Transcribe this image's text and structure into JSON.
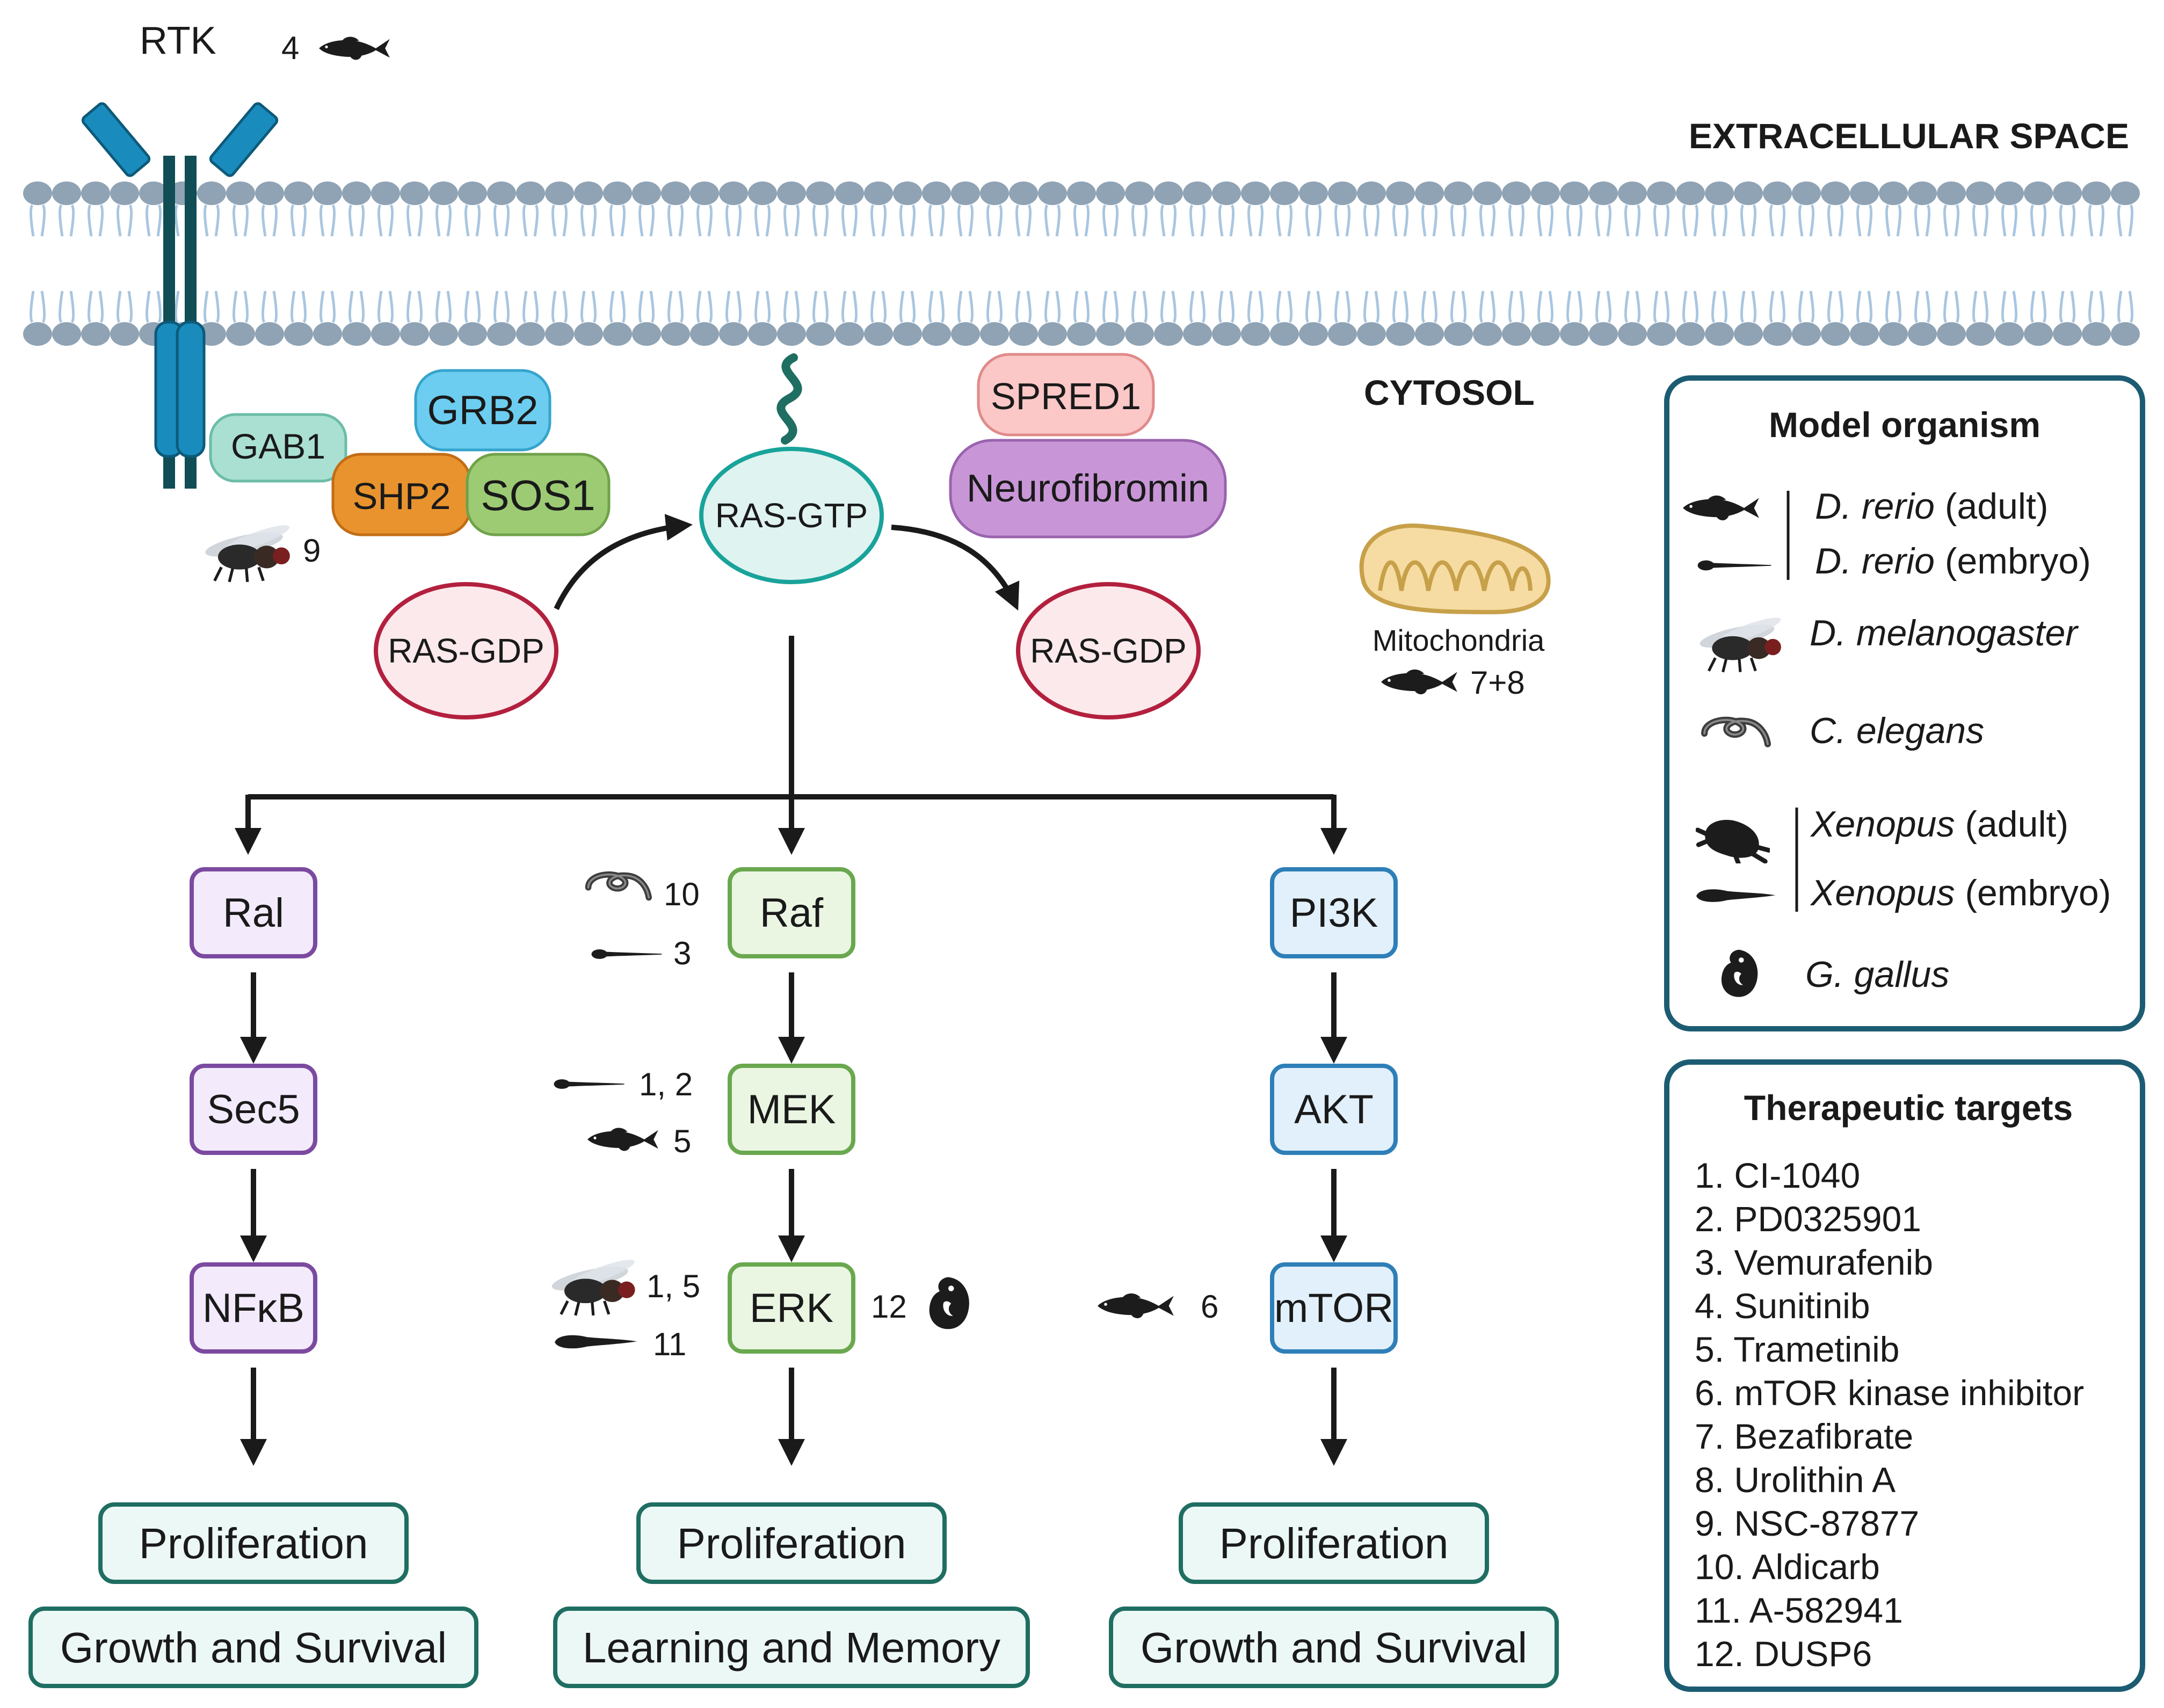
{
  "labels": {
    "rtk": "RTK",
    "extracellular": "EXTRACELLULAR SPACE",
    "cytosol": "CYTOSOL",
    "mitochondria": "Mitochondria"
  },
  "colors": {
    "membrane_head": "#8fa3b5",
    "membrane_tail": "#a9c6e0",
    "receptor": "#1a8bbd",
    "receptor_dark": "#104d55",
    "ral_stroke": "#7b4aa0",
    "ral_fill": "#f3eafb",
    "raf_stroke": "#6aa84f",
    "raf_fill": "#eaf6e2",
    "pi3k_stroke": "#2e7fb8",
    "pi3k_fill": "#e1f0fb",
    "outcome_stroke": "#1f6e62",
    "outcome_fill": "#ecf8f6",
    "ras_gdp_stroke": "#b3203e",
    "ras_gdp_fill": "#fbe9ec",
    "ras_gtp_stroke": "#19a39a",
    "ras_gtp_fill": "#dff3f1"
  },
  "proteins": {
    "gab1": "GAB1",
    "grb2": "GRB2",
    "shp2": "SHP2",
    "sos1": "SOS1",
    "spred1": "SPRED1",
    "neurofibromin": "Neurofibromin",
    "ras_gtp": "RAS-GTP",
    "ras_gdp_left": "RAS-GDP",
    "ras_gdp_right": "RAS-GDP"
  },
  "pathways": {
    "ral": {
      "nodes": [
        "Ral",
        "Sec5",
        "NFκB"
      ],
      "outcomes": [
        "Proliferation",
        "Growth and Survival"
      ]
    },
    "raf": {
      "nodes": [
        "Raf",
        "MEK",
        "ERK"
      ],
      "outcomes": [
        "Proliferation",
        "Learning and Memory"
      ]
    },
    "pi3k": {
      "nodes": [
        "PI3K",
        "AKT",
        "mTOR"
      ],
      "outcomes": [
        "Proliferation",
        "Growth and Survival"
      ]
    }
  },
  "annotations": {
    "rtk": {
      "organism": "zebrafish-adult",
      "targets": "4"
    },
    "shp2": {
      "organism": "fruit-fly",
      "targets": "9"
    },
    "mito": {
      "organism": "zebrafish-adult",
      "targets": "7+8"
    },
    "raf_worm": {
      "organism": "c-elegans",
      "targets": "10"
    },
    "raf_embryo": {
      "organism": "zebrafish-embryo",
      "targets": "3"
    },
    "mek_embryo": {
      "organism": "zebrafish-embryo",
      "targets": "1, 2"
    },
    "mek_adult": {
      "organism": "zebrafish-adult",
      "targets": "5"
    },
    "erk_fly": {
      "organism": "fruit-fly",
      "targets": "1, 5"
    },
    "erk_tadpole": {
      "organism": "xenopus-embryo",
      "targets": "11"
    },
    "erk_chick": {
      "organism": "chick-embryo",
      "targets": "12"
    },
    "mtor_fish": {
      "organism": "zebrafish-adult",
      "targets": "6"
    }
  },
  "model_organism": {
    "title": "Model organism",
    "entries": [
      {
        "name": "D. rerio",
        "qualifier": "(adult)"
      },
      {
        "name": "D. rerio",
        "qualifier": "(embryo)"
      },
      {
        "name": "D. melanogaster",
        "qualifier": ""
      },
      {
        "name": "C. elegans",
        "qualifier": ""
      },
      {
        "name": "Xenopus",
        "qualifier": "(adult)"
      },
      {
        "name": "Xenopus",
        "qualifier": "(embryo)"
      },
      {
        "name": "G. gallus",
        "qualifier": ""
      }
    ]
  },
  "therapeutic_targets": {
    "title": "Therapeutic targets",
    "items": [
      "1. CI-1040",
      "2. PD0325901",
      "3. Vemurafenib",
      "4. Sunitinib",
      "5. Trametinib",
      "6. mTOR kinase inhibitor",
      "7. Bezafibrate",
      "8. Urolithin A",
      "9. NSC-87877",
      "10. Aldicarb",
      "11. A-582941",
      "12. DUSP6"
    ]
  }
}
